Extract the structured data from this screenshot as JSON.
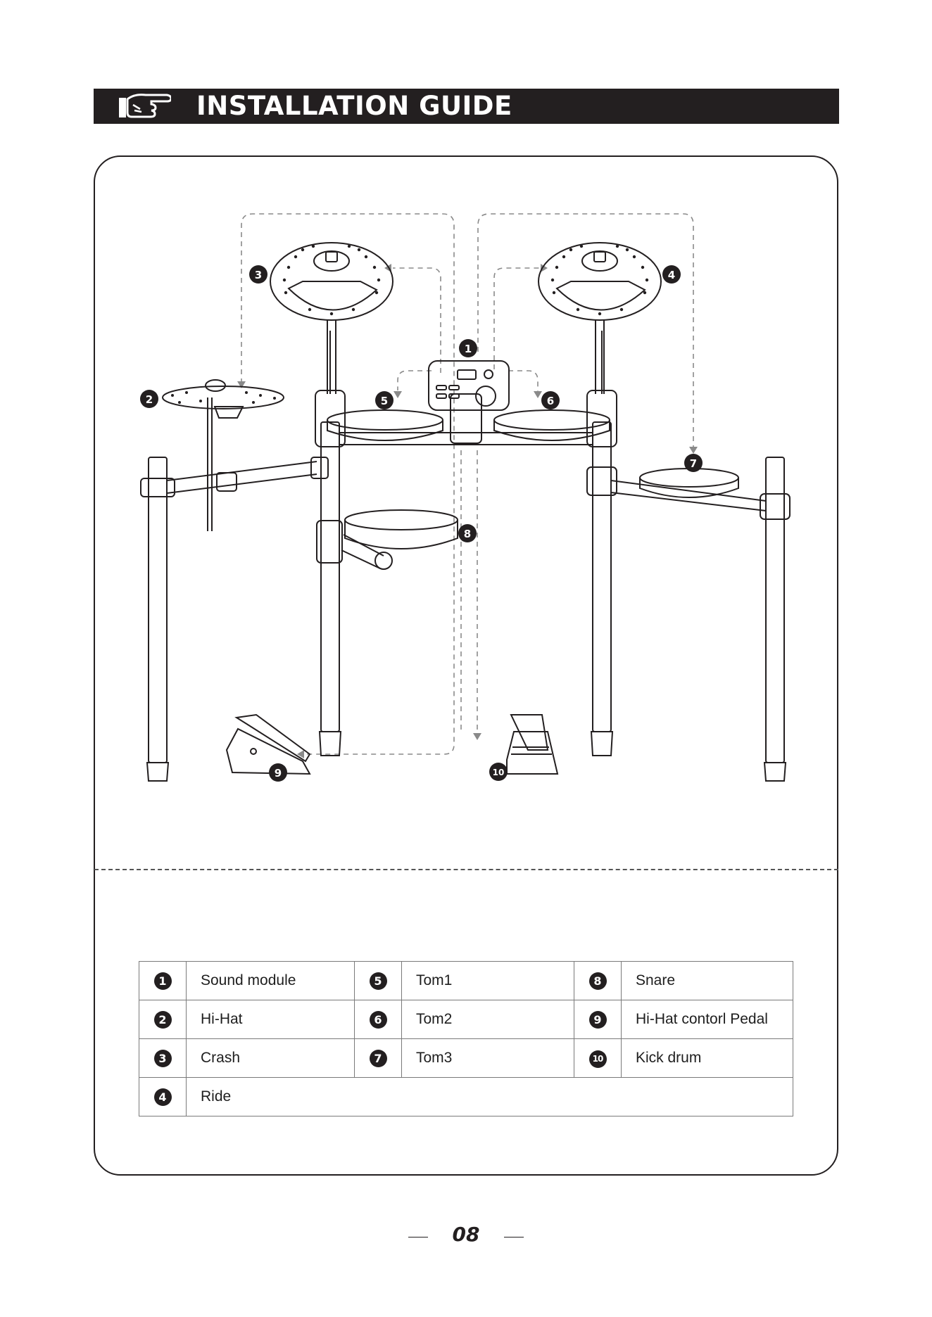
{
  "header": {
    "title": "INSTALLATION GUIDE",
    "icon": "pointing-hand-icon"
  },
  "diagram": {
    "callouts": [
      "1",
      "2",
      "3",
      "4",
      "5",
      "6",
      "7",
      "8",
      "9",
      "10"
    ]
  },
  "legend": {
    "rows": [
      [
        {
          "num": "1",
          "label": "Sound module"
        },
        {
          "num": "5",
          "label": "Tom1"
        },
        {
          "num": "8",
          "label": "Snare"
        }
      ],
      [
        {
          "num": "2",
          "label": "Hi-Hat"
        },
        {
          "num": "6",
          "label": "Tom2"
        },
        {
          "num": "9",
          "label": "Hi-Hat contorl Pedal"
        }
      ],
      [
        {
          "num": "3",
          "label": "Crash"
        },
        {
          "num": "7",
          "label": "Tom3"
        },
        {
          "num": "10",
          "label": "Kick drum"
        }
      ],
      [
        {
          "num": "4",
          "label": "Ride"
        }
      ]
    ]
  },
  "page_number": "08",
  "colors": {
    "header_bg": "#231f20",
    "text": "#1e1e1e"
  }
}
